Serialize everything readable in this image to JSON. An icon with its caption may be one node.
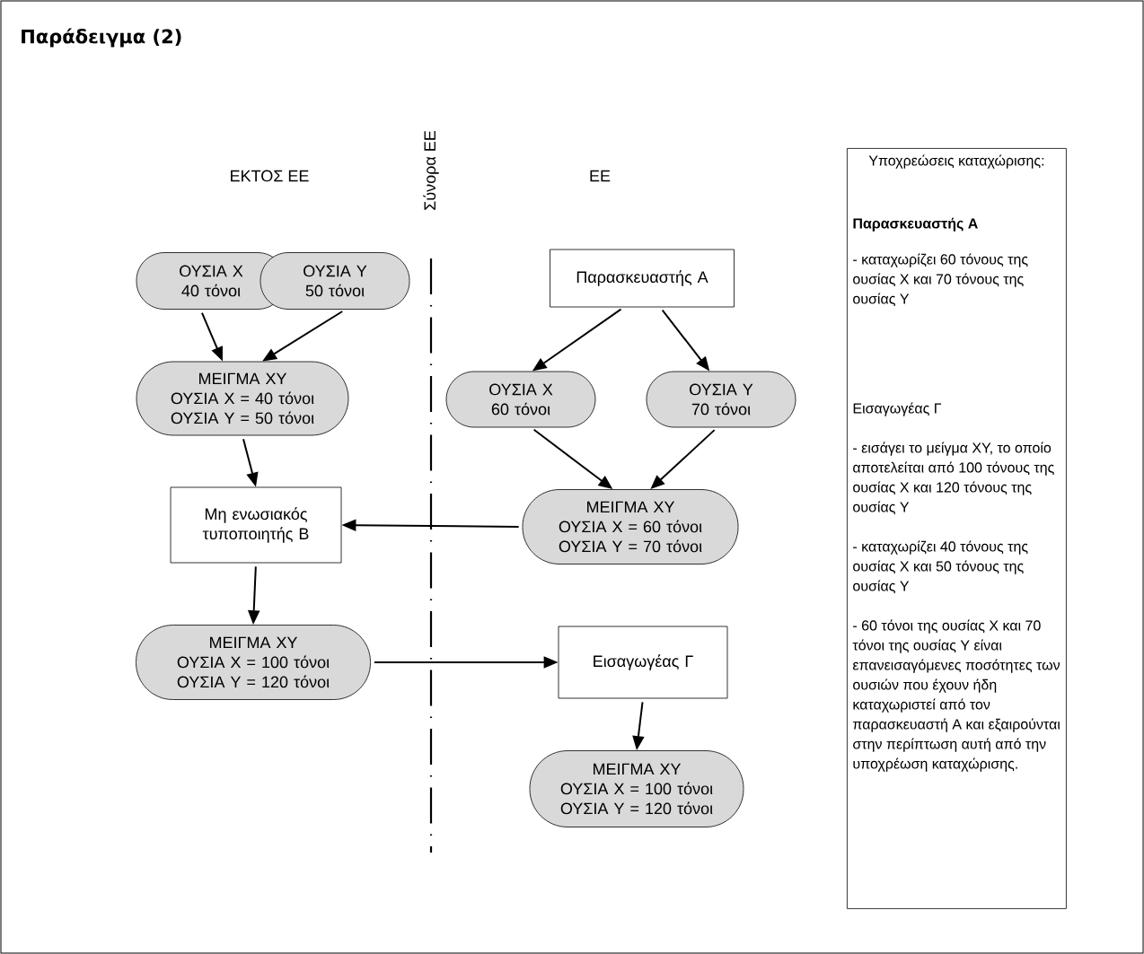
{
  "diagram": {
    "title": "Παράδειγμα (2)",
    "nodes": [
      {
        "text": [
          "ΟΥΣΙΑ Χ",
          "40 τόνοι"
        ]
      },
      {
        "text": [
          "ΟΥΣΙΑ Υ",
          "50 τόνοι"
        ]
      },
      {
        "text": [
          "Παρασκευαστής Α"
        ]
      },
      {
        "text": [
          "ΜΕΙΓΜΑ ΧΥ",
          "ΟΥΣΙΑ Χ = 40 τόνοι",
          "ΟΥΣΙΑ Υ = 50 τόνοι"
        ]
      },
      {
        "text": [
          "ΟΥΣΙΑ Χ",
          "60 τόνοι"
        ]
      },
      {
        "text": [
          "ΟΥΣΙΑ Υ",
          "70 τόνοι"
        ]
      },
      {
        "text": [
          "Μη ενωσιακός τυποποιητής Β"
        ]
      },
      {
        "text": [
          "ΜΕΙΓΜΑ ΧΥ",
          "ΟΥΣΙΑ Χ = 60 τόνοι",
          "ΟΥΣΙΑ Υ = 70 τόνοι"
        ]
      },
      {
        "text": [
          "ΜΕΙΓΜΑ ΧΥ",
          "ΟΥΣΙΑ Χ = 100 τόνοι",
          "ΟΥΣΙΑ Υ = 120 τόνοι"
        ]
      },
      {
        "text": [
          "Εισαγωγέας Γ"
        ]
      },
      {
        "text": [
          "ΜΕΙΓΜΑ ΧΥ",
          "ΟΥΣΙΑ Χ = 100 τόνοι",
          "ΟΥΣΙΑ Υ = 120 τόνοι"
        ]
      },
      {
        "text": [
          "Υποχρεώσεις καταχώρισης:",
          "Παρασκευαστής Α",
          "- καταχωρίζει 60 τόνους της ουσίας Χ και 70 τόνους της ουσίας Υ",
          "Εισαγωγέας Γ",
          "- εισάγει το μείγμα ΧΥ, το οποίο αποτελείται από 100 τόνους της ουσίας Χ και 120 τόνους της ουσίας Υ",
          "- καταχωρίζει 40 τόνους της ουσίας Χ και 50 τόνους της ουσίας Υ",
          "- 60 τόνοι της ουσίας Χ και 70 τόνοι της ουσίας Υ είναι επανεισαγόμενες ποσότητες των ουσιών που έχουν ήδη καταχωριστεί από τον παρασκευαστή Α και εξαιρούνται στην περίπτωση αυτή από την υποχρέωση καταχώρισης."
        ]
      }
    ],
    "edges": [
      {
        "from": 0,
        "to": 3,
        "arrow": "to"
      },
      {
        "from": 1,
        "to": 3,
        "arrow": "to"
      },
      {
        "from": 3,
        "to": 6,
        "arrow": "to"
      },
      {
        "from": 2,
        "to": 4,
        "arrow": "to"
      },
      {
        "from": 2,
        "to": 5,
        "arrow": "to"
      },
      {
        "from": 4,
        "to": 7,
        "arrow": "to"
      },
      {
        "from": 5,
        "to": 7,
        "arrow": "to"
      },
      {
        "from": 7,
        "to": 6,
        "arrow": "to"
      },
      {
        "from": 6,
        "to": 8,
        "arrow": "to"
      },
      {
        "from": 8,
        "to": 9,
        "arrow": "to"
      },
      {
        "from": 9,
        "to": 10,
        "arrow": "to"
      }
    ],
    "labels": [
      "ΕΚΤΟΣ ΕΕ",
      "Σύνορα ΕΕ",
      "ΕΕ"
    ]
  }
}
